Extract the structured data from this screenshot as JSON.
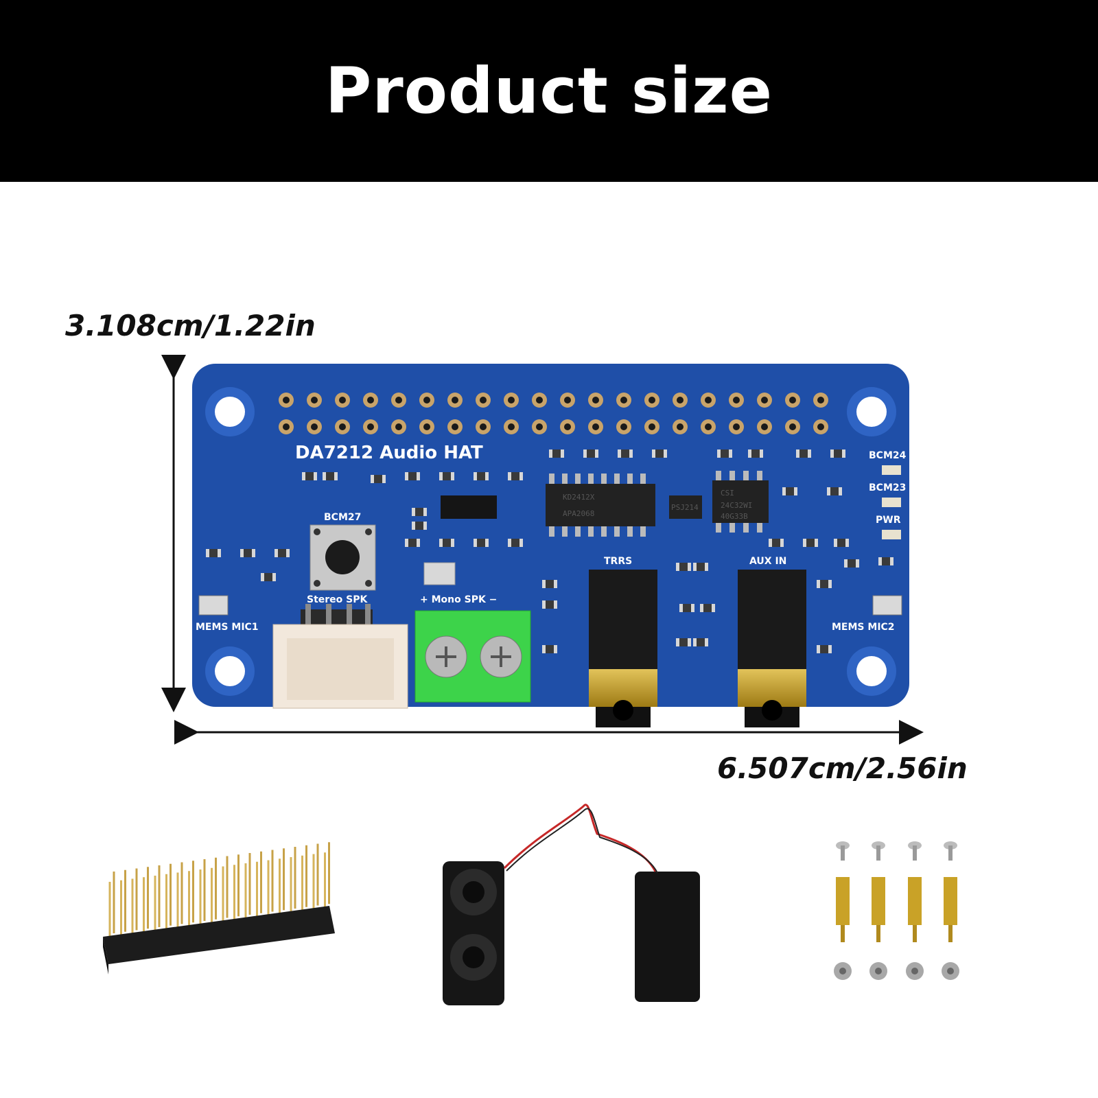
{
  "banner": {
    "title": "Product size"
  },
  "dimensions": {
    "height_label": "3.108cm/1.22in",
    "width_label": "6.507cm/2.56in"
  },
  "board": {
    "name": "DA7212 Audio HAT",
    "labels": {
      "bcm27": "BCM27",
      "bcm24": "BCM24",
      "bcm23": "BCM23",
      "pwr": "PWR",
      "trrs": "TRRS",
      "aux_in": "AUX IN",
      "stereo_spk": "Stereo SPK",
      "mono_spk": "+ Mono SPK −",
      "mems_mic1": "MEMS MIC1",
      "mems_mic2": "MEMS MIC2"
    },
    "chips": {
      "amp_line1": "KD2412X",
      "amp_line2": "APA2068",
      "eeprom_logo": "CSI",
      "eeprom_line1": "24C32WI",
      "eeprom_line2": "40G33B",
      "reg": "PSJ214"
    }
  },
  "colors": {
    "pcb": "#1f4fa8",
    "terminal": "#3dd34a",
    "gold": "#c9a227",
    "jack": "#1a1a1a"
  },
  "accessories": [
    "pin-header",
    "stereo-speaker-pair",
    "standoff-screw-nut-kit"
  ]
}
